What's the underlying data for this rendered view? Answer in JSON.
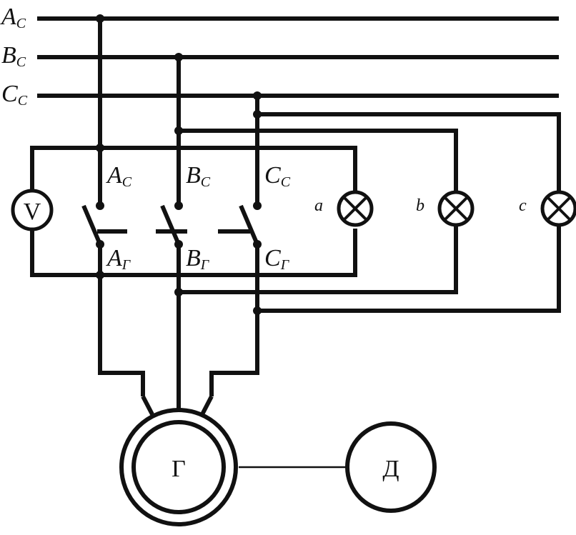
{
  "colors": {
    "line": "#111111",
    "background": "#ffffff"
  },
  "bus": [
    {
      "letter": "A",
      "sub": "C"
    },
    {
      "letter": "B",
      "sub": "C"
    },
    {
      "letter": "C",
      "sub": "C"
    }
  ],
  "switch_top": [
    {
      "letter": "A",
      "sub": "C"
    },
    {
      "letter": "B",
      "sub": "C"
    },
    {
      "letter": "C",
      "sub": "C"
    }
  ],
  "switch_bottom": [
    {
      "letter": "A",
      "sub": "Г"
    },
    {
      "letter": "B",
      "sub": "Г"
    },
    {
      "letter": "C",
      "sub": "Г"
    }
  ],
  "voltmeter": {
    "label": "V"
  },
  "lamps": [
    {
      "label": "a"
    },
    {
      "label": "b"
    },
    {
      "label": "c"
    }
  ],
  "generator": {
    "label": "Г"
  },
  "motor": {
    "label": "Д"
  }
}
